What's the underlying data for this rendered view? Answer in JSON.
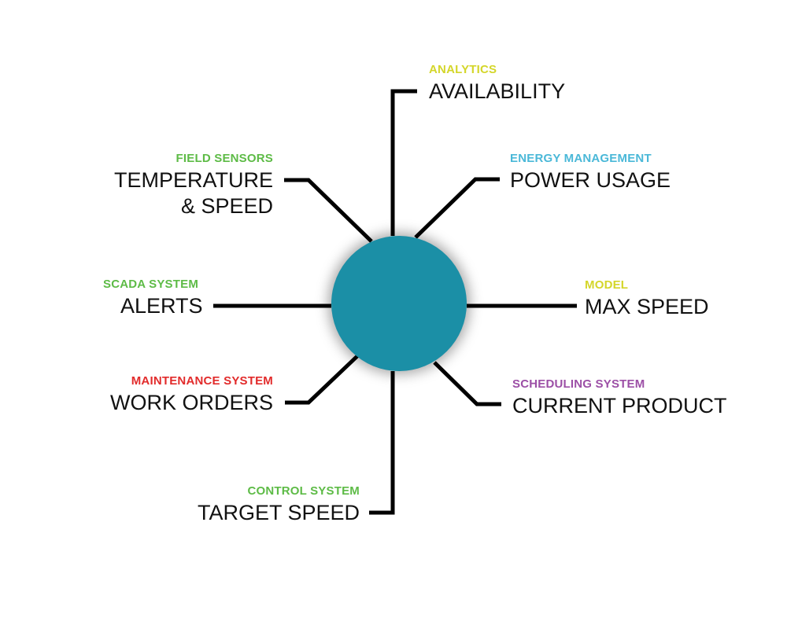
{
  "colors": {
    "hub": "#1b8fa6",
    "line": "#000000"
  },
  "nodes": [
    {
      "id": "analytics",
      "category": "ANALYTICS",
      "value": "AVAILABILITY",
      "category_color": "#d4d62a"
    },
    {
      "id": "energy-management",
      "category": "ENERGY MANAGEMENT",
      "value": "POWER USAGE",
      "category_color": "#4ab8d8"
    },
    {
      "id": "model",
      "category": "MODEL",
      "value": "MAX SPEED",
      "category_color": "#d4d62a"
    },
    {
      "id": "scheduling-system",
      "category": "SCHEDULING SYSTEM",
      "value": "CURRENT PRODUCT",
      "category_color": "#9c4fa6"
    },
    {
      "id": "control-system",
      "category": "CONTROL SYSTEM",
      "value": "TARGET SPEED",
      "category_color": "#5dbb46"
    },
    {
      "id": "maintenance-system",
      "category": "MAINTENANCE SYSTEM",
      "value": "WORK ORDERS",
      "category_color": "#e22b2b"
    },
    {
      "id": "scada-system",
      "category": "SCADA SYSTEM",
      "value": "ALERTS",
      "category_color": "#5dbb46"
    },
    {
      "id": "field-sensors",
      "category": "FIELD SENSORS",
      "value_lines": [
        "TEMPERATURE",
        "& SPEED"
      ],
      "category_color": "#5dbb46"
    }
  ]
}
